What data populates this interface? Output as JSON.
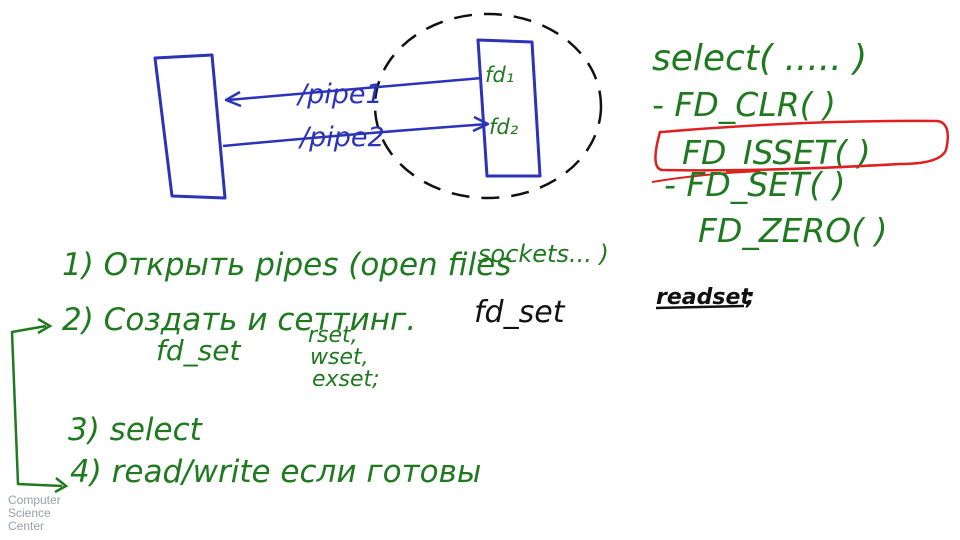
{
  "diagram": {
    "pipe1_label": "/pipe1",
    "pipe2_label": "/pipe2",
    "fd1_label": "fd₁",
    "fd2_label": "fd₂"
  },
  "right_list": {
    "select_call": "select( ..... )",
    "items": [
      "- FD_CLR( )",
      "FD_ISSET( )",
      "- FD_SET( )",
      "FD_ZERO( )"
    ]
  },
  "steps": {
    "step1": "1) Открыть pipes (open files",
    "step1_cont": "sockets... )",
    "step2": "2) Создать и сеттинг.",
    "step2_fdset": "fd_set",
    "step2_sets": [
      "rset,",
      "wset,",
      "exset;"
    ],
    "step3": "3) select",
    "step4": "4) read/write если готовы"
  },
  "middle": {
    "fd_set": "fd_set",
    "readset": "readset",
    "readset_suffix": ";"
  },
  "logo": {
    "lines": [
      "Computer",
      "Science",
      "Center"
    ]
  },
  "colors": {
    "blue_ink": "#2b33b8",
    "green_ink": "#1f7a1f",
    "red_ink": "#e02020",
    "black_ink": "#111111"
  }
}
